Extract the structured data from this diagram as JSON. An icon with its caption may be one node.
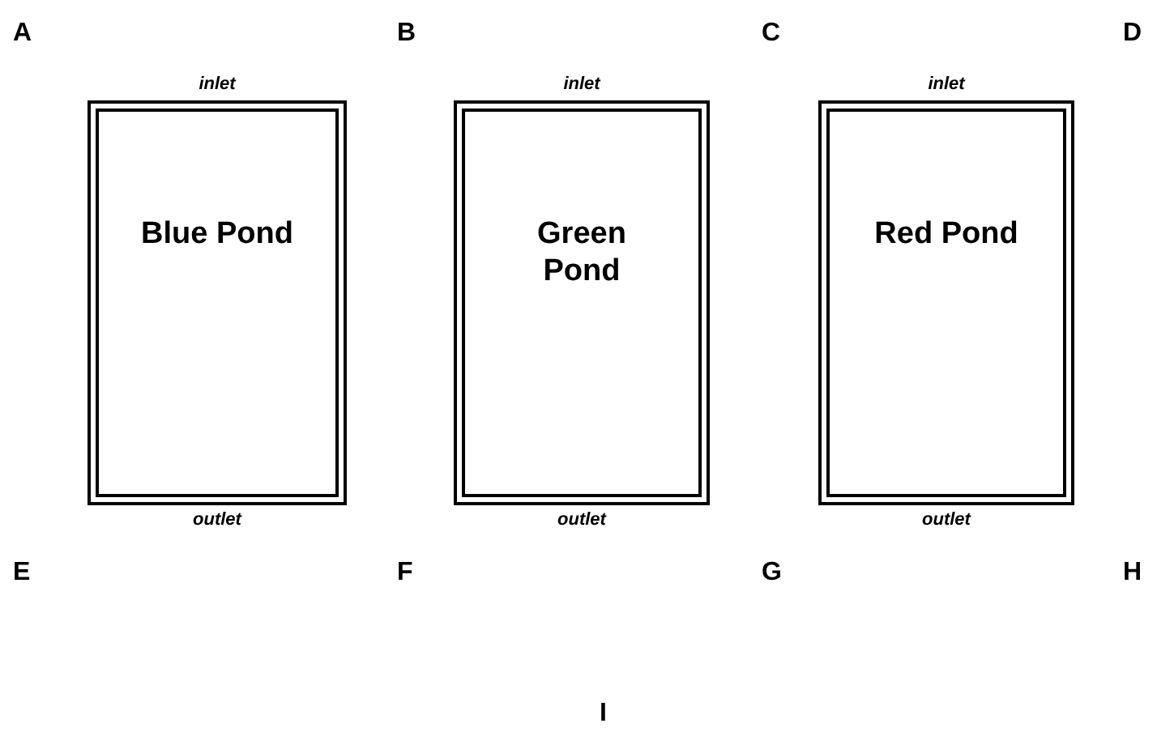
{
  "diagram": {
    "nodes": [
      {
        "text": [
          "inlet",
          "Blue Pond",
          "outlet"
        ]
      },
      {
        "text": [
          "inlet",
          "Green Pond",
          "outlet"
        ]
      },
      {
        "text": [
          "inlet",
          "Red Pond",
          "outlet"
        ]
      }
    ],
    "labels": [
      "A",
      "B",
      "C",
      "D",
      "E",
      "F",
      "G",
      "H",
      "I"
    ]
  }
}
